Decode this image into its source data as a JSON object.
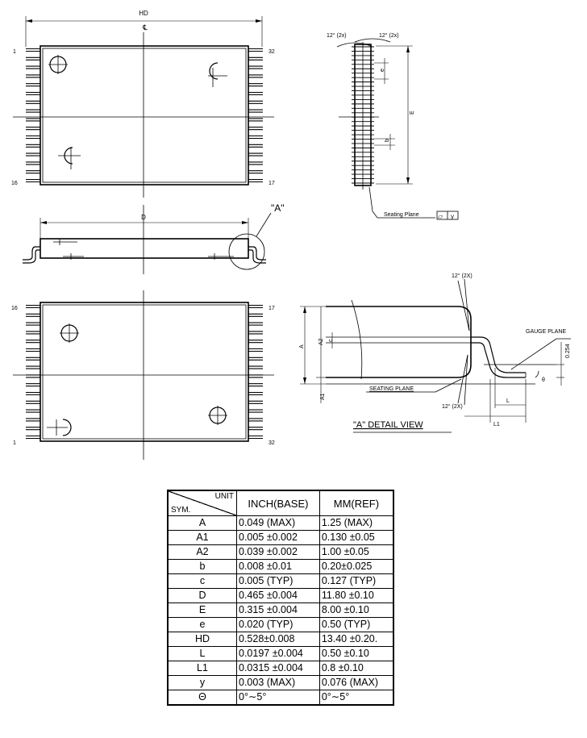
{
  "top_view": {
    "hd_label": "HD",
    "centerline_label": "℄",
    "pin_labels": {
      "top_left": "1",
      "top_right": "32",
      "bottom_left": "16",
      "bottom_right": "17"
    }
  },
  "side_view": {
    "angle_left": "12° (2x)",
    "angle_right": "12° (2x)",
    "e_label": "e",
    "E_label": "E",
    "b_label": "b",
    "seating_plane": "Seating Plane",
    "flatness_symbol": "▱",
    "flatness_value": "y"
  },
  "front_view": {
    "d_label": "D",
    "detail_callout": "\"A\""
  },
  "bottom_view": {
    "pin_labels": {
      "top_left": "16",
      "top_right": "17",
      "bottom_left": "1",
      "bottom_right": "32"
    }
  },
  "detail_view": {
    "title": "\"A\" DETAIL VIEW",
    "angle_top": "12° (2X)",
    "angle_bottom": "12° (2X)",
    "gauge_plane": "GAUGE PLANE",
    "gauge_value": "0.254",
    "seating_plane": "SEATING PLANE",
    "A": "A",
    "A1": "A1",
    "A2": "A2",
    "c": "c",
    "theta": "θ",
    "L": "L",
    "L1": "L1"
  },
  "table": {
    "unit_header": "UNIT",
    "sym_header": "SYM.",
    "col_inch": "INCH(BASE)",
    "col_mm": "MM(REF)",
    "rows": [
      {
        "sym": "A",
        "inch": "0.049 (MAX)",
        "mm": "1.25 (MAX)"
      },
      {
        "sym": "A1",
        "inch": "0.005 ±0.002",
        "mm": "0.130 ±0.05"
      },
      {
        "sym": "A2",
        "inch": "0.039 ±0.002",
        "mm": "1.00 ±0.05"
      },
      {
        "sym": "b",
        "inch": "0.008 ±0.01",
        "mm": "0.20±0.025"
      },
      {
        "sym": "c",
        "inch": "0.005 (TYP)",
        "mm": "0.127 (TYP)"
      },
      {
        "sym": "D",
        "inch": "0.465 ±0.004",
        "mm": "11.80 ±0.10"
      },
      {
        "sym": "E",
        "inch": "0.315 ±0.004",
        "mm": "8.00 ±0.10"
      },
      {
        "sym": "e",
        "inch": "0.020 (TYP)",
        "mm": "0.50 (TYP)"
      },
      {
        "sym": "HD",
        "inch": "0.528±0.008",
        "mm": "13.40 ±0.20."
      },
      {
        "sym": "L",
        "inch": "0.0197 ±0.004",
        "mm": "0.50 ±0.10"
      },
      {
        "sym": "L1",
        "inch": "0.0315 ±0.004",
        "mm": "0.8 ±0.10"
      },
      {
        "sym": "y",
        "inch": "0.003 (MAX)",
        "mm": "0.076 (MAX)"
      },
      {
        "sym": "Θ",
        "inch": "0°∼5°",
        "mm": "0°∼5°"
      }
    ]
  }
}
